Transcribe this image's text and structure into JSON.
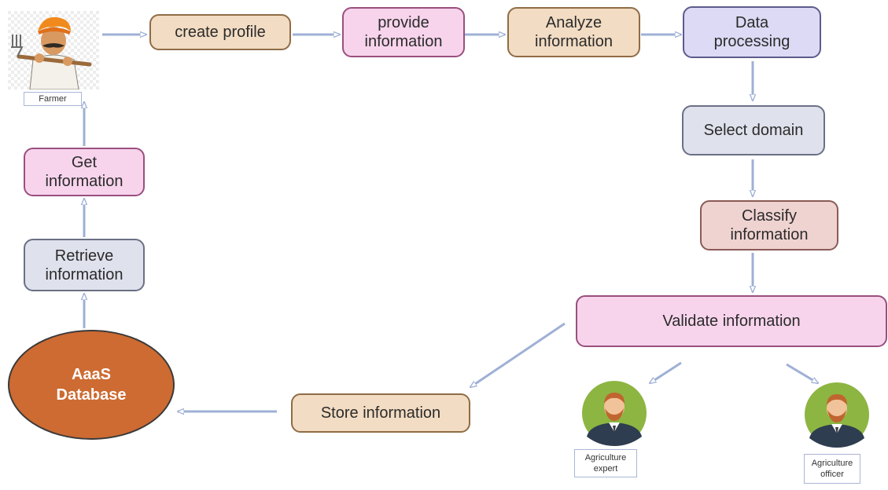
{
  "actors": {
    "farmer": {
      "label": "Farmer",
      "icon": "farmer-icon"
    },
    "expert": {
      "label": "Agriculture\nexpert",
      "icon": "agriculture-expert-icon"
    },
    "officer": {
      "label": "Agriculture\nofficer",
      "icon": "agriculture-officer-icon"
    }
  },
  "steps": {
    "create_profile": "create profile",
    "provide_information": "provide\ninformation",
    "analyze_information": "Analyze\ninformation",
    "data_processing": "Data\nprocessing",
    "select_domain": "Select domain",
    "classify_information": "Classify\ninformation",
    "validate_information": "Validate information",
    "store_information": "Store information",
    "retrieve_information": "Retrieve\ninformation",
    "get_information": "Get\ninformation"
  },
  "database": {
    "label": "AaaS\nDatabase"
  },
  "colors": {
    "arrow": "#9fb0d6",
    "tan": "#f2dcc3",
    "pink": "#f7d4ec",
    "purple": "#dcdaf4",
    "grey": "#dfe1ec",
    "rose": "#efd3d1",
    "database": "#cd6b32",
    "avatar_bg": "#8db542"
  }
}
